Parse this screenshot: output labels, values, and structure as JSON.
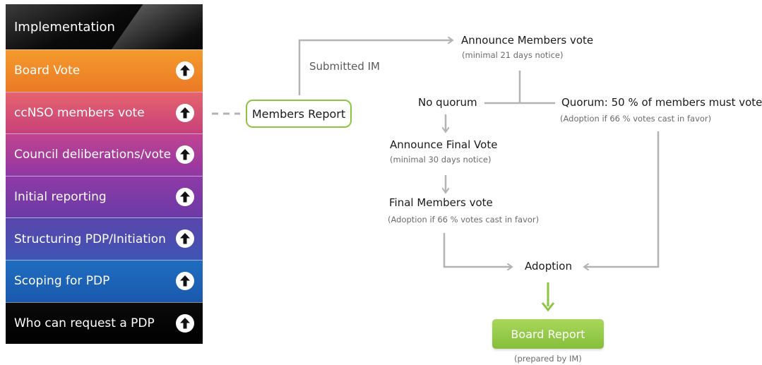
{
  "stages": {
    "title": "Implementation",
    "items": [
      {
        "label": "Board Vote",
        "color_top": "#f39a2c",
        "color_bottom": "#ec7a26"
      },
      {
        "label": "ccNSO members vote",
        "color_top": "#e5646d",
        "color_bottom": "#c8407a"
      },
      {
        "label": "Council deliberations/vote",
        "color_top": "#c0438f",
        "color_bottom": "#9137a5"
      },
      {
        "label": "Initial reporting",
        "color_top": "#8f3aa6",
        "color_bottom": "#6b3aa6"
      },
      {
        "label": "Structuring PDP/Initiation",
        "color_top": "#5a46ab",
        "color_bottom": "#3f54b4"
      },
      {
        "label": "Scoping for PDP",
        "color_top": "#1f6dc0",
        "color_bottom": "#1a59ad"
      },
      {
        "label": "Who can request a PDP",
        "color_top": "#0a0a0a",
        "color_bottom": "#000000"
      }
    ],
    "arrow_icon": "up-arrow-circle-icon"
  },
  "flow": {
    "members_report": "Members Report",
    "submitted_im": "Submitted IM",
    "announce_vote": "Announce Members vote",
    "announce_vote_note": "(minimal 21 days notice)",
    "no_quorum": "No quorum",
    "quorum": "Quorum: 50 % of members must  vote",
    "quorum_note": "(Adoption if 66 % votes cast in favor)",
    "announce_final": "Announce Final  Vote",
    "announce_final_note": "(minimal 30 days notice)",
    "final_vote": "Final Members vote",
    "final_vote_note": "(Adoption if 66 % votes cast in favor)",
    "adoption": "Adoption",
    "board_report": "Board Report",
    "board_report_note": "(prepared by IM)"
  },
  "colors": {
    "connector": "#b3b3b3",
    "green": "#8cc63f"
  }
}
